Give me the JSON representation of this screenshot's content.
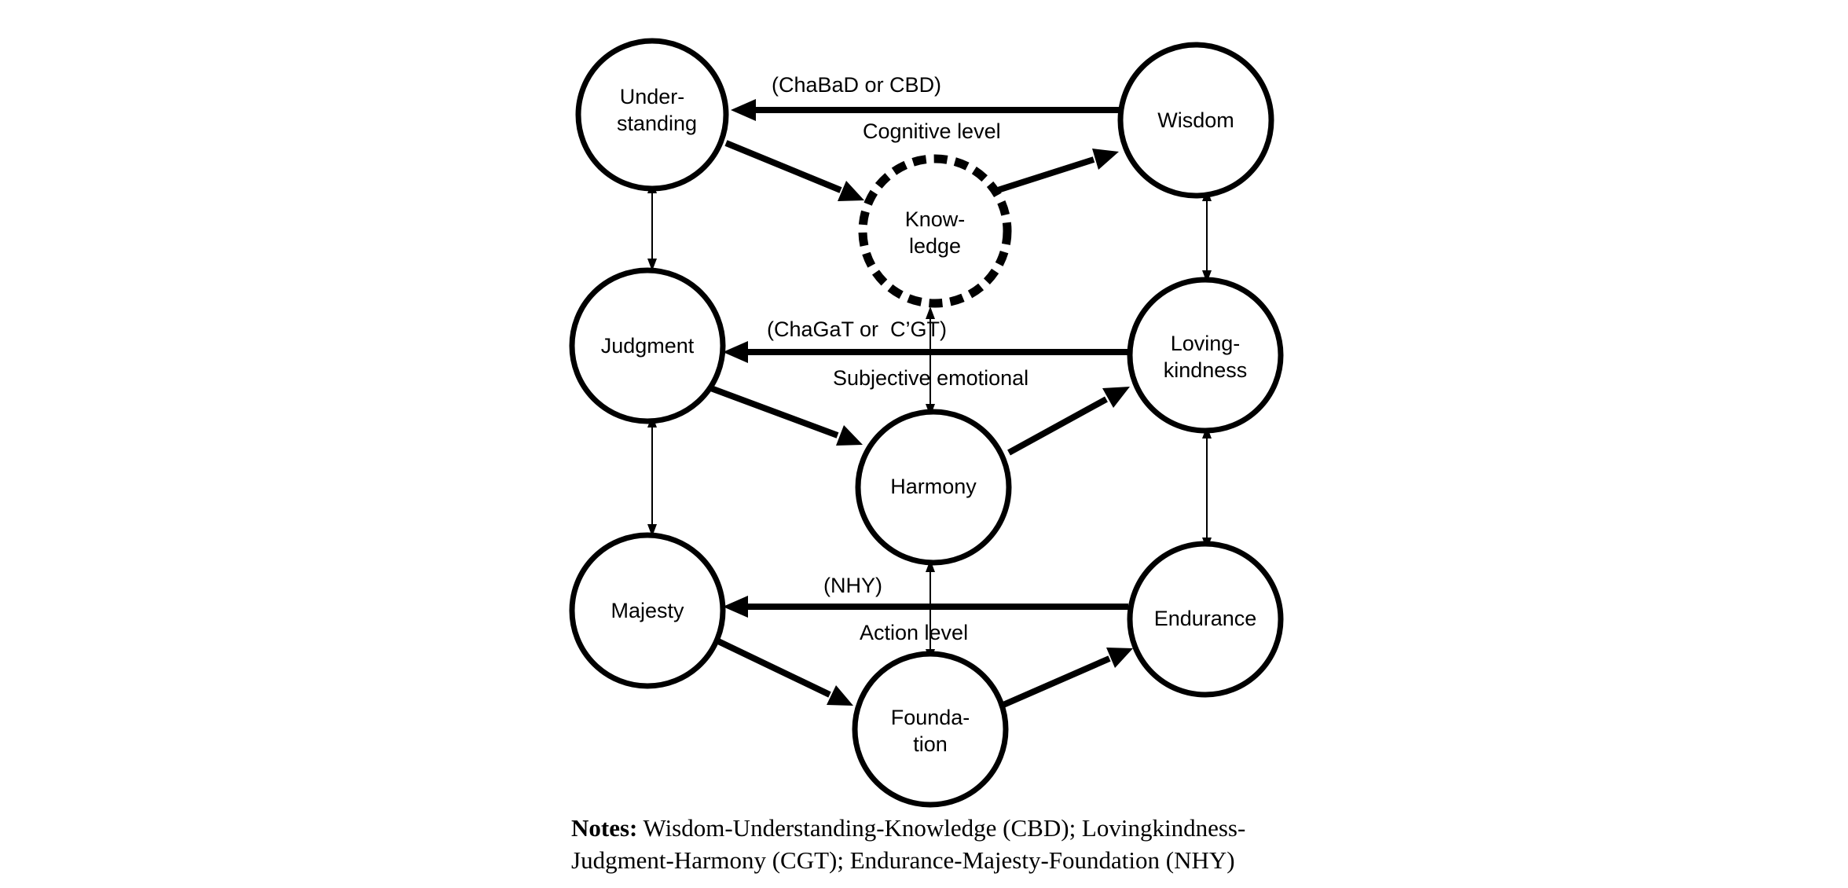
{
  "nodes": {
    "understanding": {
      "line1": "Under-",
      "line2": "standing"
    },
    "wisdom": {
      "line1": "Wisdom"
    },
    "knowledge": {
      "line1": "Know-",
      "line2": "ledge"
    },
    "judgment": {
      "line1": "Judgment"
    },
    "lovingkindness": {
      "line1": "Loving-",
      "line2": "kindness"
    },
    "harmony": {
      "line1": "Harmony"
    },
    "majesty": {
      "line1": "Majesty"
    },
    "endurance": {
      "line1": "Endurance"
    },
    "foundation": {
      "line1": "Founda-",
      "line2": "tion"
    }
  },
  "levels": {
    "cognitive": {
      "acronym": "(ChaBaD or CBD)",
      "name": "Cognitive level"
    },
    "emotional": {
      "acronym": "(ChaGaT or  C’GT)",
      "name": "Subjective emotional"
    },
    "action": {
      "acronym": "(NHY)",
      "name": "Action level"
    }
  },
  "notes": {
    "label": "Notes:",
    "line1": " Wisdom-Understanding-Knowledge (CBD); Lovingkindness-",
    "line2": "Judgment-Harmony (CGT); Endurance-Majesty-Foundation (NHY)"
  }
}
